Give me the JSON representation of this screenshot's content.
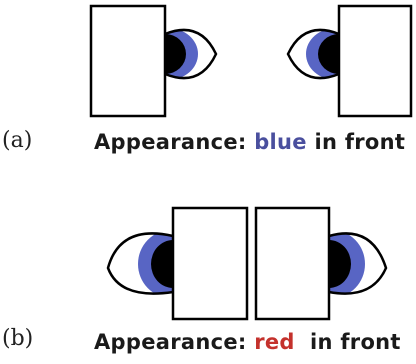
{
  "panels": [
    {
      "label": "(a)",
      "caption": {
        "prefix": "Appearance: ",
        "highlight": "blue",
        "suffix": " in front"
      }
    },
    {
      "label": "(b)",
      "caption": {
        "prefix": "Appearance: ",
        "highlight": "red",
        "suffix": "  in front"
      }
    }
  ],
  "colors": {
    "iris": "#5865c4",
    "pupil": "#000000",
    "outline": "#000000",
    "blue_text": "#4a4f9e",
    "red_text": "#c4312c"
  }
}
